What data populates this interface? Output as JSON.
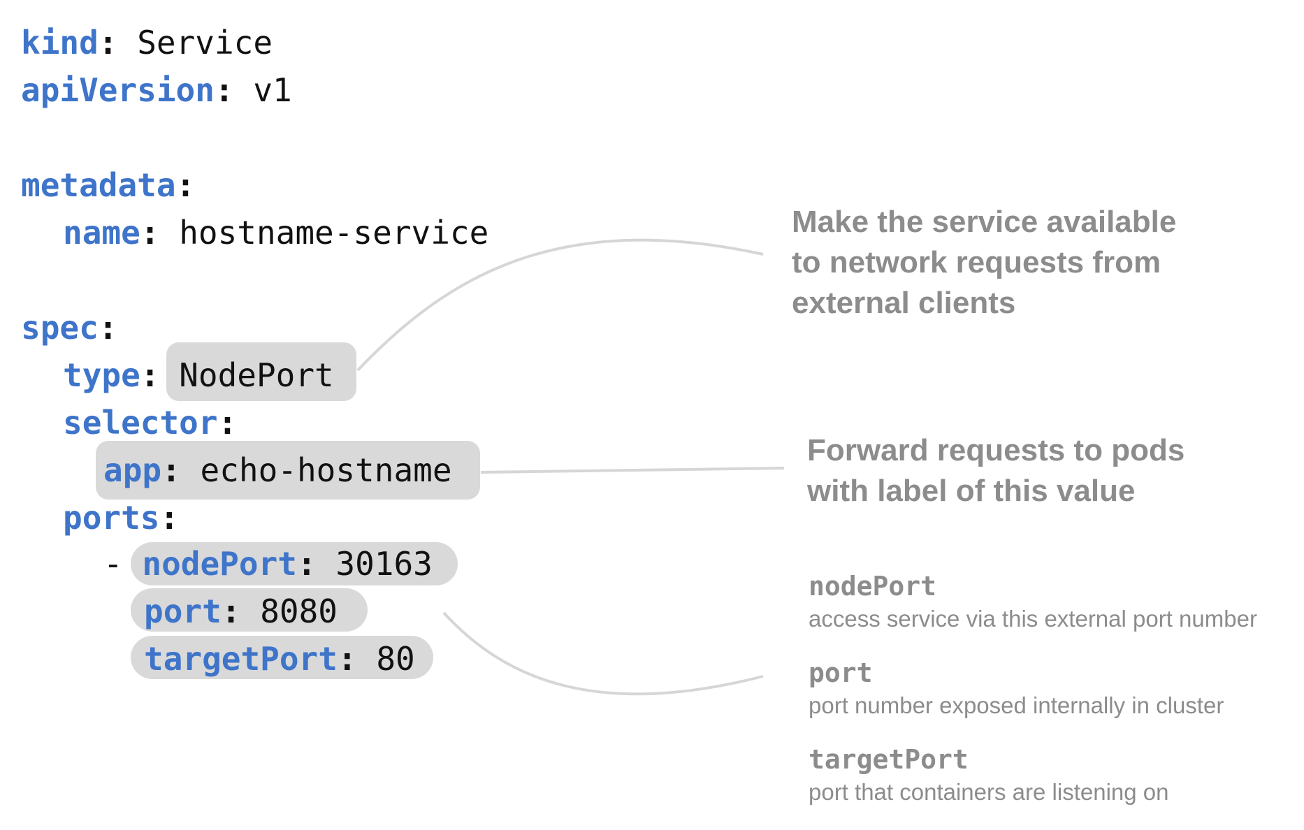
{
  "code": {
    "kind_key": "kind",
    "kind_value": "Service",
    "apiVersion_key": "apiVersion",
    "apiVersion_value": "v1",
    "metadata_key": "metadata",
    "name_key": "name",
    "name_value": "hostname-service",
    "spec_key": "spec",
    "type_key": "type",
    "type_value": "NodePort",
    "selector_key": "selector",
    "app_key": "app",
    "app_value": "echo-hostname",
    "ports_key": "ports",
    "list_dash": "-",
    "nodePort_key": "nodePort",
    "nodePort_value": "30163",
    "port_key": "port",
    "port_value": "8080",
    "targetPort_key": "targetPort",
    "targetPort_value": "80",
    "colon": ":"
  },
  "annotations": {
    "type_note": [
      "Make the service available",
      "to network requests from",
      "external clients"
    ],
    "selector_note": [
      "Forward requests to pods",
      "with label of this value"
    ]
  },
  "ports_legend": [
    {
      "title": "nodePort",
      "desc": "access service via this external port number"
    },
    {
      "title": "port",
      "desc": "port number exposed internally in cluster"
    },
    {
      "title": "targetPort",
      "desc": "port that containers are listening on"
    }
  ],
  "colors": {
    "key": "#3e74c9",
    "value": "#111111",
    "highlight": "#d9d9d9",
    "annotation": "#8c8c8c",
    "connector": "#d6d6d6"
  }
}
